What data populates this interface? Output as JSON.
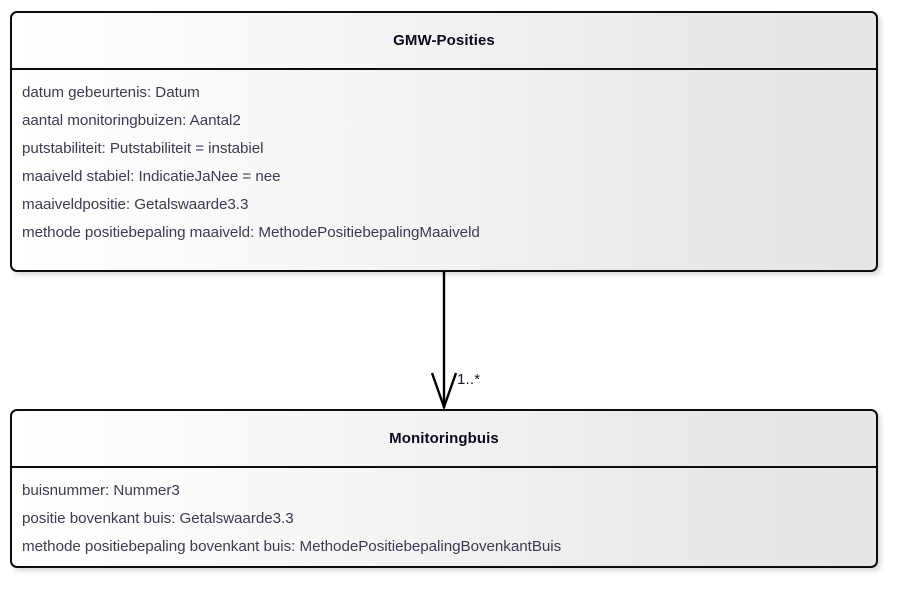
{
  "diagram": {
    "type": "uml-class-diagram",
    "background_color": "#ffffff",
    "classes": [
      {
        "id": "gmw-posities",
        "name": "GMW-Posities",
        "attributes": [
          "datum gebeurtenis: Datum",
          "aantal monitoringbuizen: Aantal2",
          "putstabiliteit: Putstabiliteit = instabiel",
          "maaiveld stabiel: IndicatieJaNee = nee",
          "maaiveldpositie: Getalswaarde3.3",
          "methode positiebepaling maaiveld: MethodePositiebepalingMaaiveld"
        ]
      },
      {
        "id": "monitoringbuis",
        "name": "Monitoringbuis",
        "attributes": [
          "buisnummer: Nummer3",
          "positie bovenkant buis: Getalswaarde3.3",
          "methode positiebepaling bovenkant buis: MethodePositiebepalingBovenkantBuis"
        ]
      }
    ],
    "association": {
      "from": "GMW-Posities",
      "to": "Monitoringbuis",
      "target_multiplicity": "1..*",
      "arrow_style": "open-arrow",
      "line_color": "#000000"
    },
    "colors": {
      "border": "#0d0d0d",
      "fill_left": "#ffffff",
      "fill_right": "#e6e6e6",
      "class_name_text": "#0a0a1e",
      "attribute_text": "#3c3c50"
    }
  }
}
